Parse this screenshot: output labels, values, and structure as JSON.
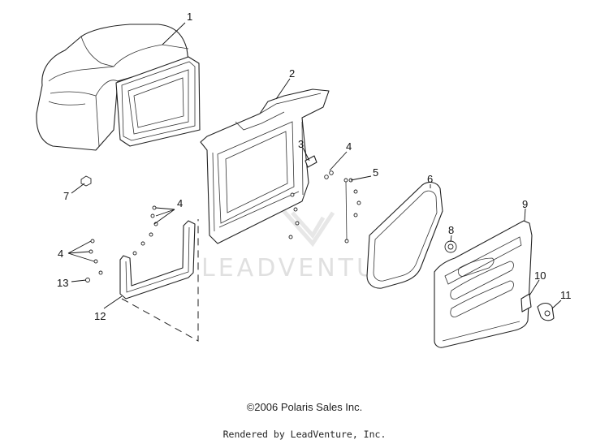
{
  "diagram": {
    "callouts": [
      {
        "id": "1",
        "label": "1"
      },
      {
        "id": "2",
        "label": "2"
      },
      {
        "id": "3",
        "label": "3"
      },
      {
        "id": "4a",
        "label": "4"
      },
      {
        "id": "5",
        "label": "5"
      },
      {
        "id": "6",
        "label": "6"
      },
      {
        "id": "7",
        "label": "7"
      },
      {
        "id": "4b",
        "label": "4"
      },
      {
        "id": "8",
        "label": "8"
      },
      {
        "id": "9",
        "label": "9"
      },
      {
        "id": "4c",
        "label": "4"
      },
      {
        "id": "10",
        "label": "10"
      },
      {
        "id": "11",
        "label": "11"
      },
      {
        "id": "13",
        "label": "13"
      },
      {
        "id": "12",
        "label": "12"
      }
    ],
    "watermark": "LEADVENTURE"
  },
  "footer": {
    "copyright": "©2006 Polaris Sales Inc.",
    "rendered_by": "Rendered by LeadVenture, Inc."
  }
}
